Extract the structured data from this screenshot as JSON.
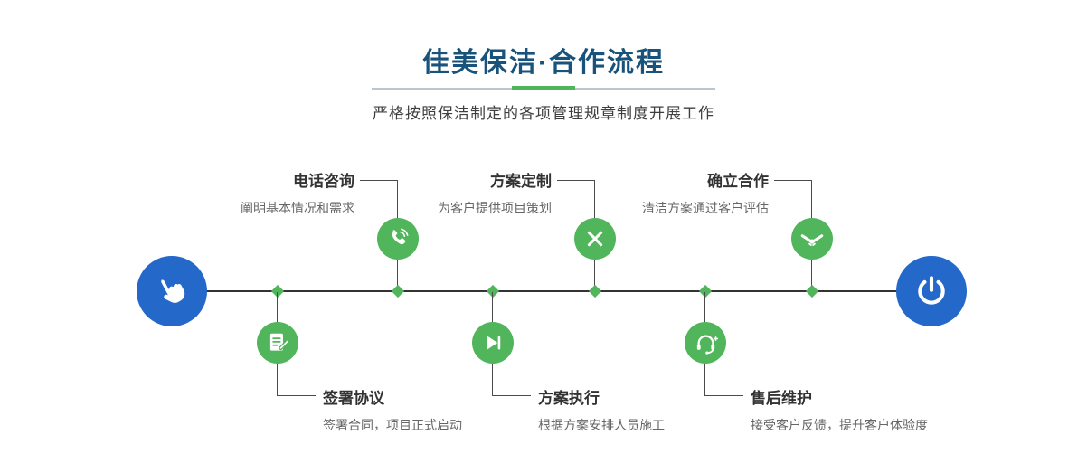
{
  "header": {
    "title": "佳美保洁·合作流程",
    "subtitle": "严格按照保洁制定的各项管理规章制度开展工作"
  },
  "timeline": {
    "start_icon": "pointing-hand-icon",
    "end_icon": "power-icon"
  },
  "steps": [
    {
      "title": "电话咨询",
      "desc": "阐明基本情况和需求",
      "icon": "phone-icon",
      "row": "top"
    },
    {
      "title": "方案定制",
      "desc": "为客户提供项目策划",
      "icon": "design-tools-icon",
      "row": "top"
    },
    {
      "title": "确立合作",
      "desc": "清洁方案通过客户评估",
      "icon": "handshake-icon",
      "row": "top"
    },
    {
      "title": "签署协议",
      "desc": "签署合同，项目正式启动",
      "icon": "contract-icon",
      "row": "bottom"
    },
    {
      "title": "方案执行",
      "desc": "根据方案安排人员施工",
      "icon": "play-next-icon",
      "row": "bottom"
    },
    {
      "title": "售后维护",
      "desc": "接受客户反馈，提升客户体验度",
      "icon": "headset-icon",
      "row": "bottom"
    }
  ],
  "colors": {
    "title_blue": "#19537b",
    "node_green": "#50b55b",
    "endpoint_blue": "#2468c9",
    "line_dark": "#333333",
    "divider_gray": "#b7c6d1",
    "divider_green": "#4fb45a"
  }
}
